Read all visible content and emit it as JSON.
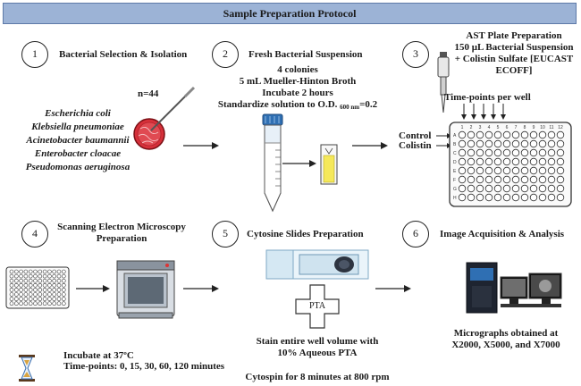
{
  "title": "Sample Preparation Protocol",
  "steps": [
    {
      "num": "1",
      "label": "Bacterial Selection & Isolation"
    },
    {
      "num": "2",
      "label": "Fresh Bacterial Suspension"
    },
    {
      "num": "3",
      "label": "AST Plate Preparation"
    },
    {
      "num": "4",
      "label": "Scanning Electron Microscopy Preparation"
    },
    {
      "num": "5",
      "label": "Cytosine Slides Preparation"
    },
    {
      "num": "6",
      "label": "Image Acquisition & Analysis"
    }
  ],
  "step1": {
    "n": "n=44",
    "species": [
      "Escherichia coli",
      "Klebsiella pneumoniae",
      "Acinetobacter baumannii",
      "Enterobacter cloacae",
      "Pseudomonas aeruginosa"
    ]
  },
  "step2": {
    "lines": [
      "4 colonies",
      "5 mL Mueller-Hinton Broth",
      "Incubate 2 hours"
    ],
    "standardize": "Standardize solution to O.D.",
    "od_sub": "600 nm",
    "od_val": "=0.2"
  },
  "step3": {
    "line1": "150 μL Bacterial Suspension",
    "line2": "+ Colistin Sulfate [EUCAST",
    "line3": "ECOFF]",
    "timepoints": "Time-points per well",
    "control": "Control",
    "colistin": "Colistin",
    "cols": [
      "1",
      "2",
      "3",
      "4",
      "5",
      "6",
      "7",
      "8",
      "9",
      "10",
      "11",
      "12"
    ],
    "rows": [
      "A",
      "B",
      "C",
      "D",
      "E",
      "F",
      "G",
      "H"
    ]
  },
  "step4": {
    "incubate": "Incubate at 37ºC",
    "timepoints": "Time-points: 0, 15, 30, 60, 120 minutes"
  },
  "step5": {
    "pta": "PTA",
    "stain1": "Stain entire well volume with",
    "stain2": "10% Aqueous PTA",
    "cytospin": "Cytospin for 8 minutes at 800 rpm"
  },
  "step6": {
    "line1": "Micrographs obtained at",
    "line2": "X2000, X5000, and X7000"
  }
}
